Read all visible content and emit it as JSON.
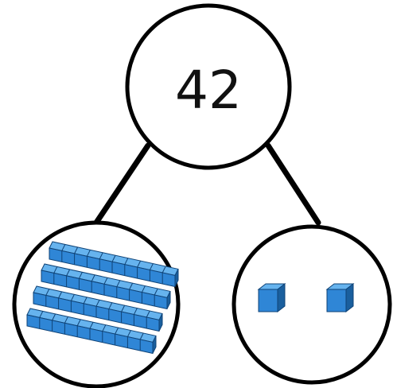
{
  "diagram": {
    "whole": "42",
    "left_part": {
      "tens_rods": 4
    },
    "right_part": {
      "unit_cubes": 2
    },
    "colors": {
      "stroke": "#000000",
      "block_face": "#2f86d6",
      "block_top": "#66b3ee",
      "block_side": "#1a5f9e",
      "block_edge": "#0f4377"
    }
  }
}
